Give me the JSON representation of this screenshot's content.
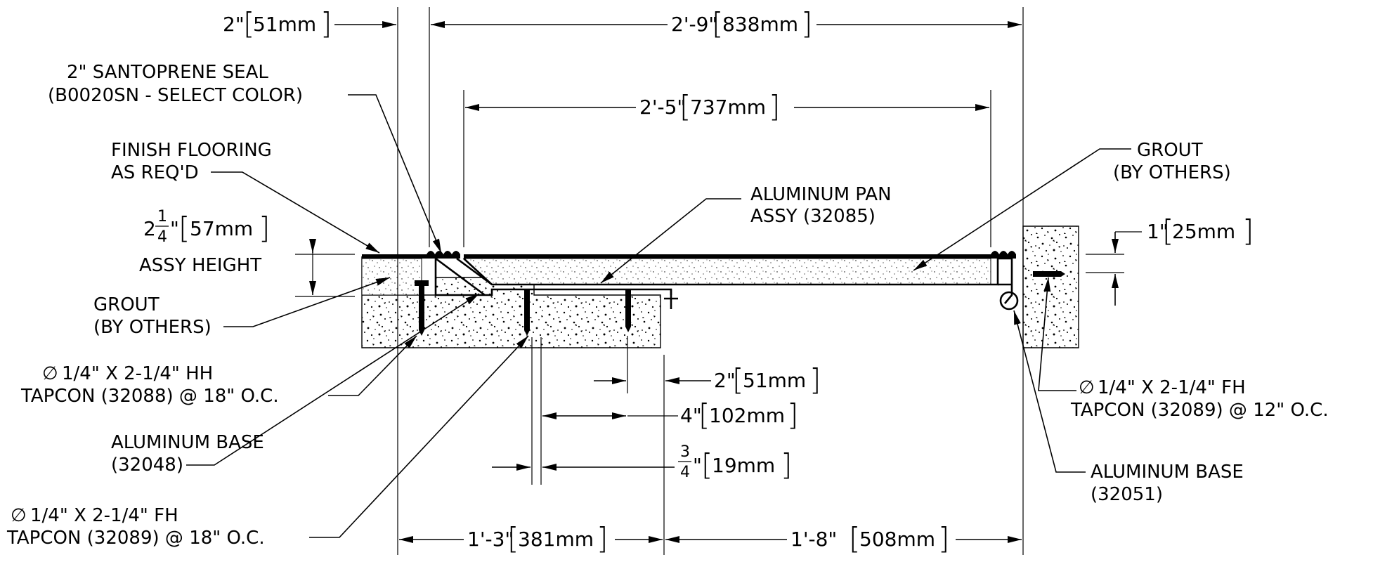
{
  "dimensions": {
    "d1": {
      "ft": "2\"",
      "mm": "51mm"
    },
    "d2": {
      "ft": "2'-9\"",
      "mm": "838mm"
    },
    "d3": {
      "ft": "2'-5\"",
      "mm": "737mm"
    },
    "d4": {
      "pre": "2",
      "num": "1",
      "den": "4",
      "post": "\"",
      "mm": "57mm"
    },
    "d5": {
      "ft": "1\"",
      "mm": "25mm"
    },
    "d6": {
      "ft": "2\"",
      "mm": "51mm"
    },
    "d7": {
      "ft": "4\"",
      "mm": "102mm"
    },
    "d8": {
      "num": "3",
      "den": "4",
      "post": "\"",
      "mm": "19mm"
    },
    "d9": {
      "ft": "1'-3\"",
      "mm": "381mm"
    },
    "d10": {
      "ft": "1'-8\"",
      "mm": "508mm"
    }
  },
  "labels": {
    "seal": {
      "line1": "2\" SANTOPRENE SEAL",
      "line2": "(B0020SN - SELECT COLOR)"
    },
    "finish": {
      "line1": "FINISH FLOORING",
      "line2": "AS REQ'D"
    },
    "assy_height": "ASSY HEIGHT",
    "grout_left": {
      "line1": "GROUT",
      "line2": "(BY OTHERS)"
    },
    "grout_right": {
      "line1": "GROUT",
      "line2": "(BY OTHERS)"
    },
    "pan": {
      "line1": "ALUMINUM PAN",
      "line2": "ASSY (32085)"
    },
    "hh_tapcon": {
      "sym": "∅",
      "line1": "1/4\" X 2-1/4\" HH",
      "line2": "TAPCON (32088) @ 18\" O.C."
    },
    "base_left": {
      "line1": "ALUMINUM BASE",
      "line2": "(32048)"
    },
    "fh_tapcon_left": {
      "sym": "∅",
      "line1": "1/4\" X 2-1/4\" FH",
      "line2": "TAPCON (32089) @ 18\" O.C."
    },
    "fh_tapcon_right": {
      "sym": "∅",
      "line1": "1/4\" X 2-1/4\" FH",
      "line2": "TAPCON (32089) @ 12\" O.C."
    },
    "base_right": {
      "line1": "ALUMINUM BASE",
      "line2": "(32051)"
    }
  }
}
